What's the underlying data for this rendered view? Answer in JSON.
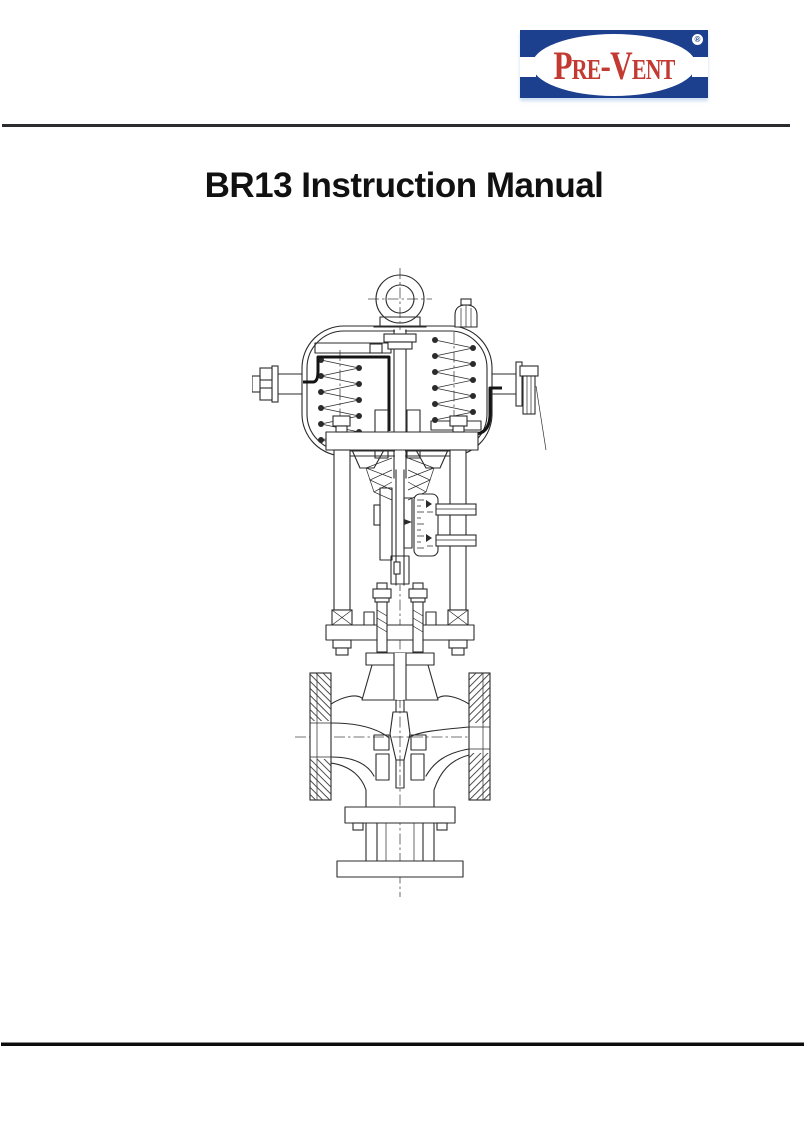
{
  "page": {
    "kind": "instruction-manual-cover",
    "background": "#ffffff"
  },
  "header": {
    "logo": {
      "text": "Pre-Vent",
      "registered_mark": "®",
      "colors": {
        "frame_blue": "#1c3f8e",
        "text_red": "#c23a32",
        "vessel_white": "#ffffff"
      }
    }
  },
  "title": "BR13 Instruction Manual",
  "figure": {
    "name": "control-valve-cross-section-drawing",
    "line_color": "#2b2b2b"
  },
  "rules": {
    "top_rule_color": "#2c2c30",
    "bottom_rule_color": "#0c0c0c"
  }
}
